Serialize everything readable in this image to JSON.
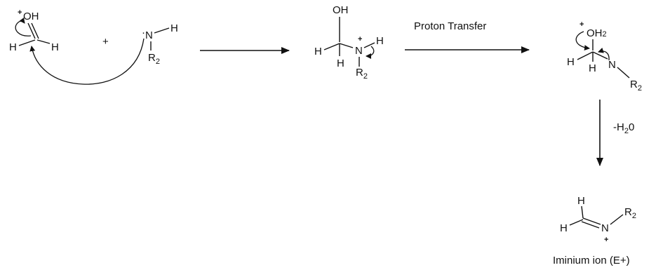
{
  "reactant": {
    "carbonyl": {
      "o": "OH",
      "h_left": "H",
      "h_right": "H",
      "charge": "+"
    },
    "plus": "+",
    "amine": {
      "n": "N",
      "h": "H",
      "r": "R",
      "r_sub": "2"
    }
  },
  "intermediate_1": {
    "oh": "OH",
    "h_left": "H",
    "h_below": "H",
    "n": "N",
    "n_charge": "+",
    "n_h": "H",
    "r": "R",
    "r_sub": "2"
  },
  "arrow_2_label": "Proton Transfer",
  "intermediate_2": {
    "o": "OH",
    "o_sub": "2",
    "o_charge": "+",
    "h_left": "H",
    "h_below": "H",
    "n": "N",
    "r": "R",
    "r_sub": "2"
  },
  "arrow_3_label": {
    "prefix": "-H",
    "sub": "2",
    "suffix": "0"
  },
  "product": {
    "h_top": "H",
    "h_left": "H",
    "n": "N",
    "n_charge": "+",
    "r": "R",
    "r_sub": "2",
    "caption": "Iminium ion (E+)"
  },
  "colors": {
    "ink": "#111111",
    "background": "#ffffff"
  }
}
